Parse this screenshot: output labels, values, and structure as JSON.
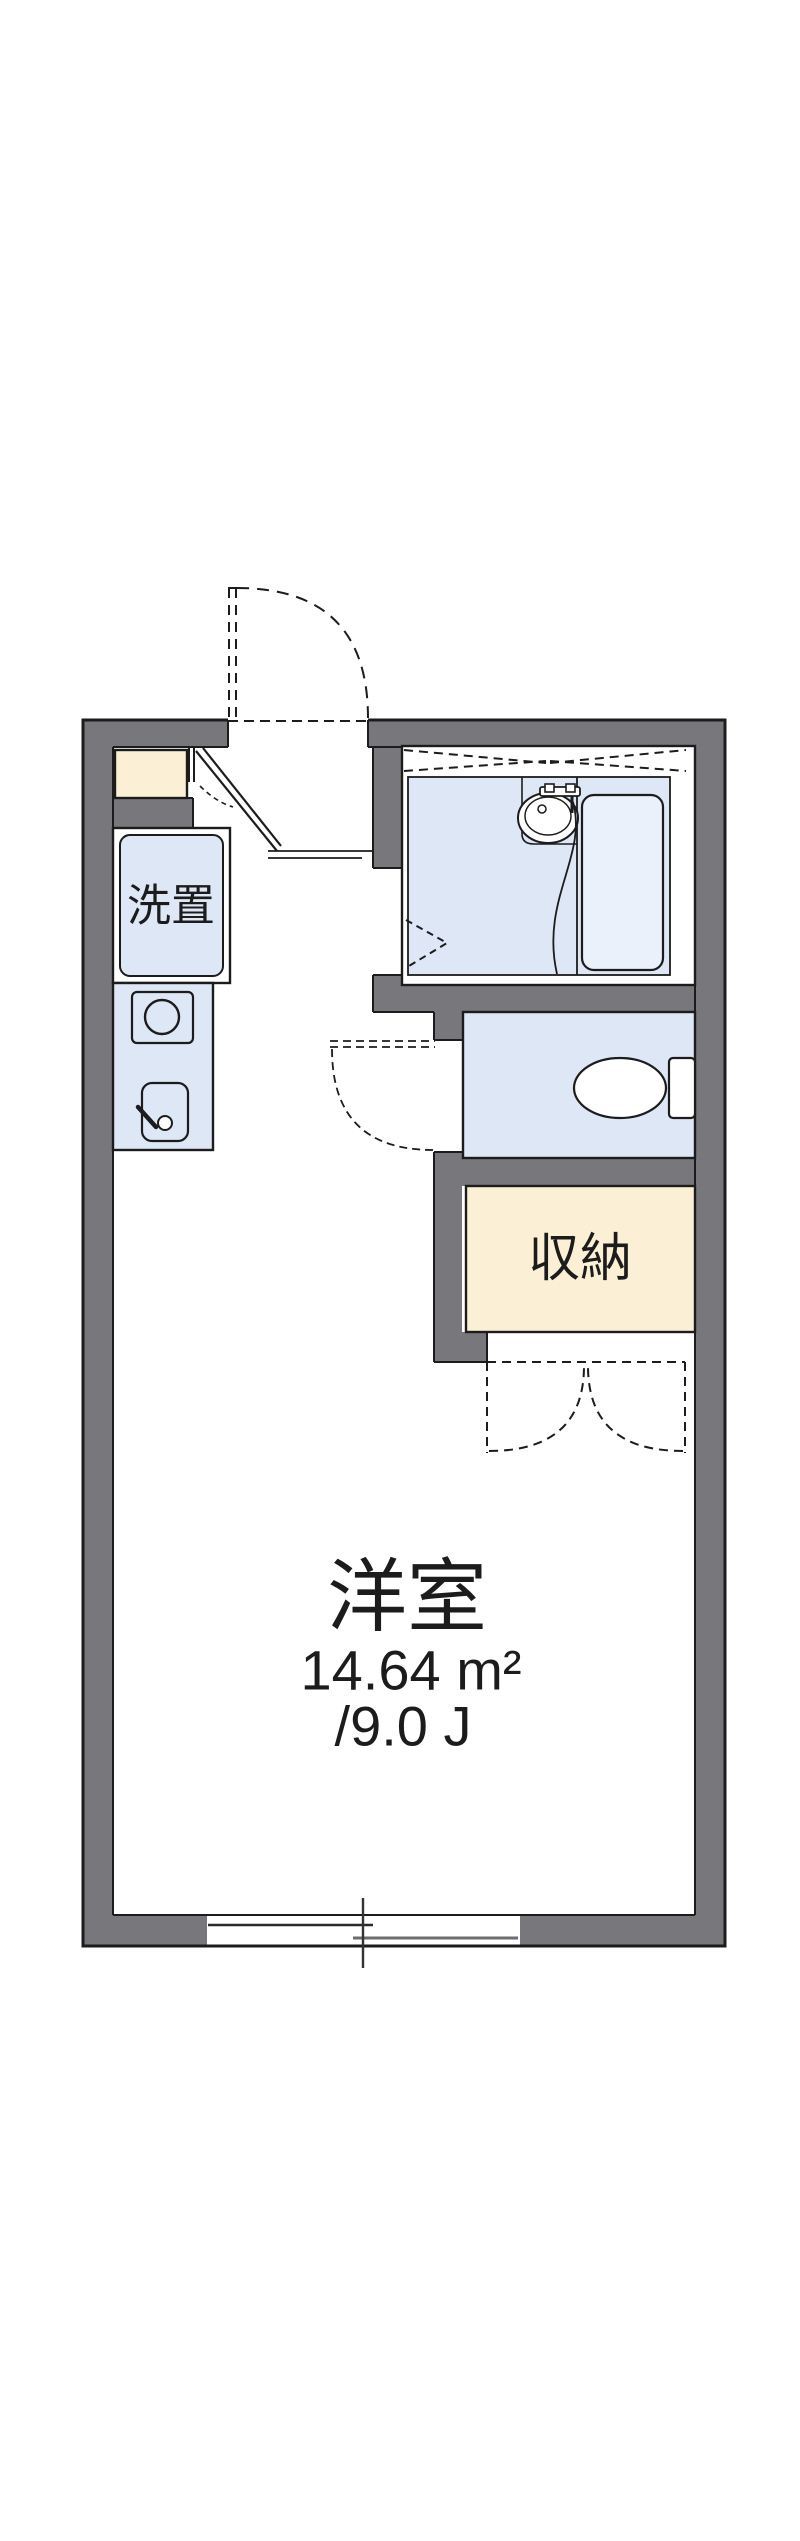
{
  "floor_plan": {
    "labels": {
      "main_room_name": "洋室",
      "main_room_area_sqm": "14.64 m²",
      "main_room_area_tatami": "/9.0 J",
      "storage": "収納",
      "laundry": "洗置"
    },
    "colors": {
      "wall": "#78787c",
      "fixture_blue": "#dde7f6",
      "bathtub_blue": "#eaf1fb",
      "cream": "#fbf0d5",
      "white": "#ffffff"
    },
    "elements": [
      "entrance-door",
      "shoe-cabinet",
      "laundry-space",
      "gas-stove",
      "kitchen-sink",
      "bathroom",
      "washbasin",
      "bathtub",
      "shower-hose",
      "toilet",
      "storage-closet",
      "closet-double-doors",
      "sliding-window"
    ]
  }
}
